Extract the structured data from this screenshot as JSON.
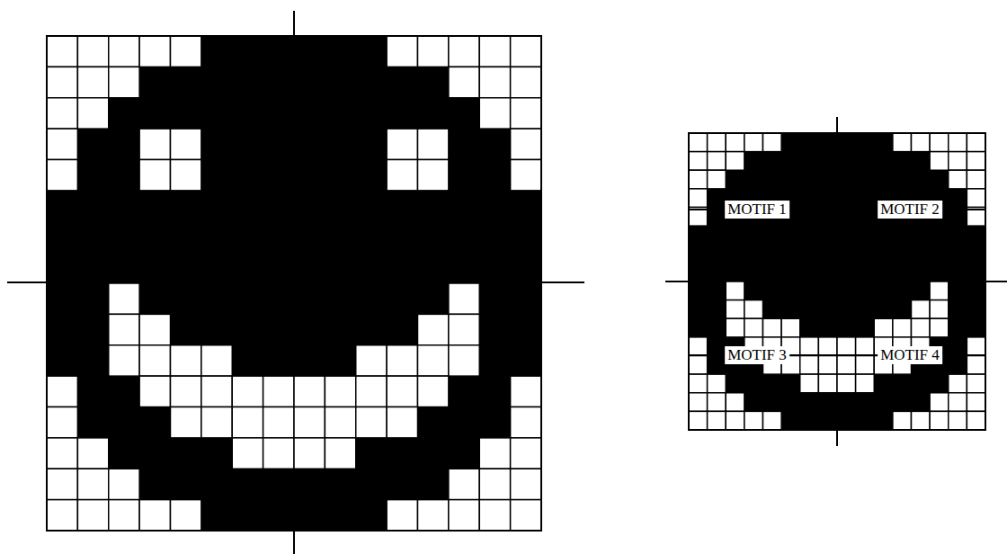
{
  "diagram": {
    "labels": [
      "MOTIF 1",
      "MOTIF 2",
      "MOTIF 3",
      "MOTIF 4"
    ]
  }
}
